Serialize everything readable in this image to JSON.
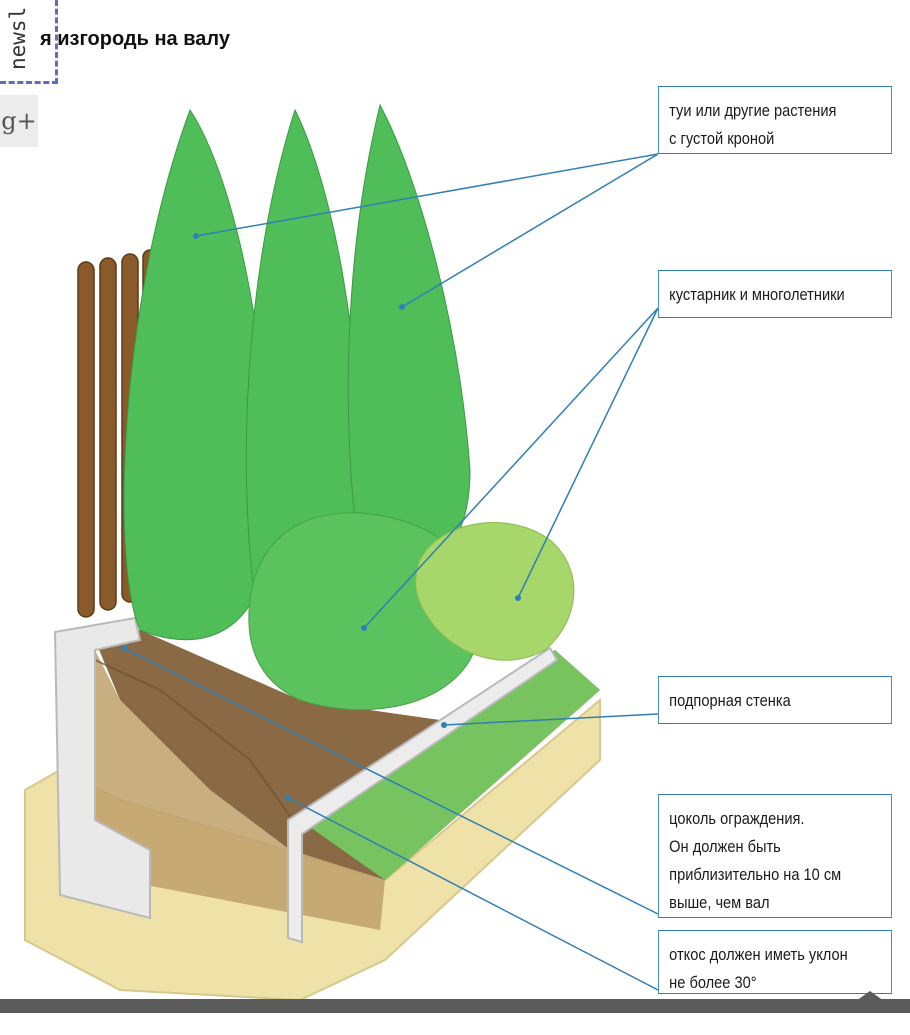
{
  "page": {
    "title_fragment": "я изгородь на валу",
    "newsletter_tab": "newsl",
    "gplus": "g+"
  },
  "callouts": [
    {
      "id": "thuja",
      "text": "туи или другие растения\nс густой кроной"
    },
    {
      "id": "shrubs",
      "text": "кустарник и многолетники"
    },
    {
      "id": "retaining-wall",
      "text": "подпорная стенка"
    },
    {
      "id": "fence-base",
      "text": "цоколь ограждения.\nОн должен быть\nприблизительно на 10 см\nвыше, чем вал"
    },
    {
      "id": "slope",
      "text": "откос должен иметь уклон\nне более 30°"
    }
  ],
  "colors": {
    "leader_line": "#2f7fb5",
    "thuja": "#4fbe58",
    "shrub": "#5cc25e",
    "yellow_shrub": "#a7d66a",
    "soil": "#8a6a44",
    "sand": "#efe2a8",
    "concrete": "#e7e7e7",
    "fence": "#8b5a2b"
  }
}
